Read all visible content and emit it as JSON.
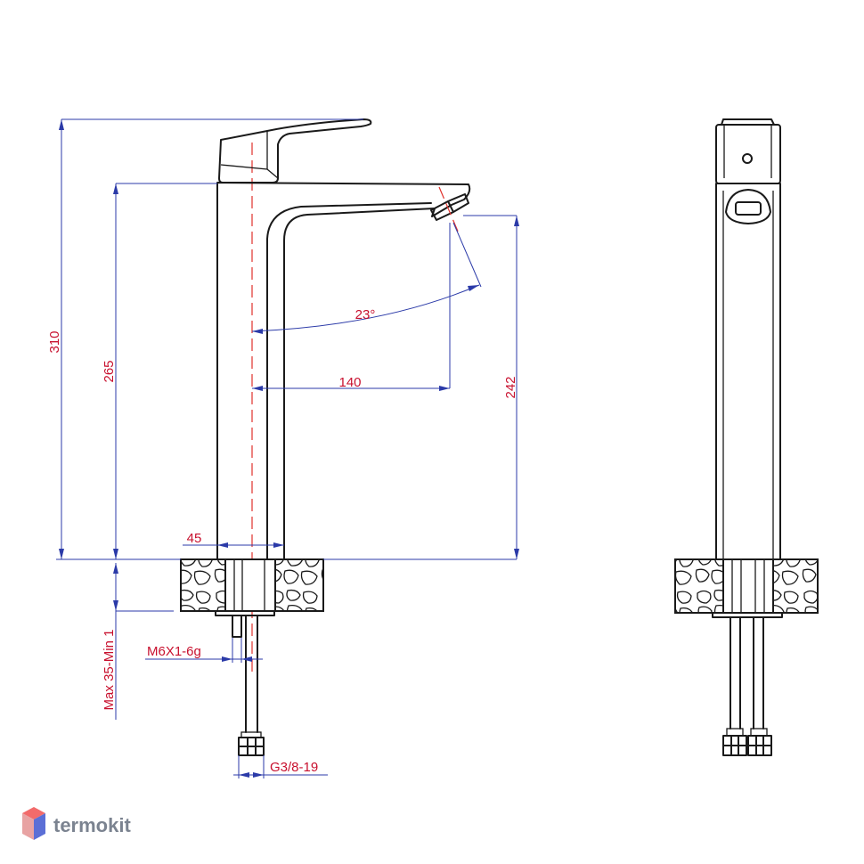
{
  "dimensions": {
    "total_height": "310",
    "spout_height": "265",
    "outlet_height": "242",
    "reach": "140",
    "angle": "23°",
    "base_diameter": "45",
    "mount_thread": "M6X1-6g",
    "hose_thread": "G3/8-19",
    "countertop": "Max 35-Min 1"
  },
  "watermark": {
    "brand": "termokit"
  },
  "colors": {
    "dimension_text": "#c8102e",
    "dimension_line": "#2b3aa8",
    "object_line": "#1a1a1a",
    "centerline": "#e0312b",
    "logo_top": "#f26b6b",
    "logo_side": "#5b6fd6"
  }
}
